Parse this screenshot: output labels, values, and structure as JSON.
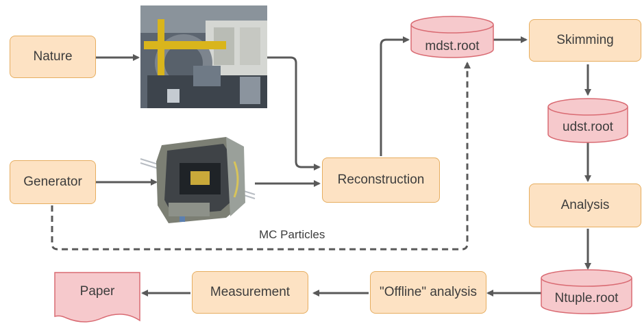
{
  "nodes": {
    "nature": "Nature",
    "generator": "Generator",
    "reconstruction": "Reconstruction",
    "mdst": "mdst.root",
    "skimming": "Skimming",
    "udst": "udst.root",
    "analysis": "Analysis",
    "ntuple": "Ntuple.root",
    "offline": "\"Offline\" analysis",
    "measurement": "Measurement",
    "paper": "Paper"
  },
  "labels": {
    "mc_particles": "MC Particles"
  },
  "colors": {
    "process_fill": "#fde2c3",
    "process_border": "#e6ad5f",
    "storage_fill": "#f6c9cc",
    "storage_border": "#d96a72",
    "arrow": "#595959",
    "text": "#3c3c3c"
  },
  "images": {
    "detector_photo": "detector-hall-photo",
    "detector_render": "detector-cutaway-render"
  }
}
